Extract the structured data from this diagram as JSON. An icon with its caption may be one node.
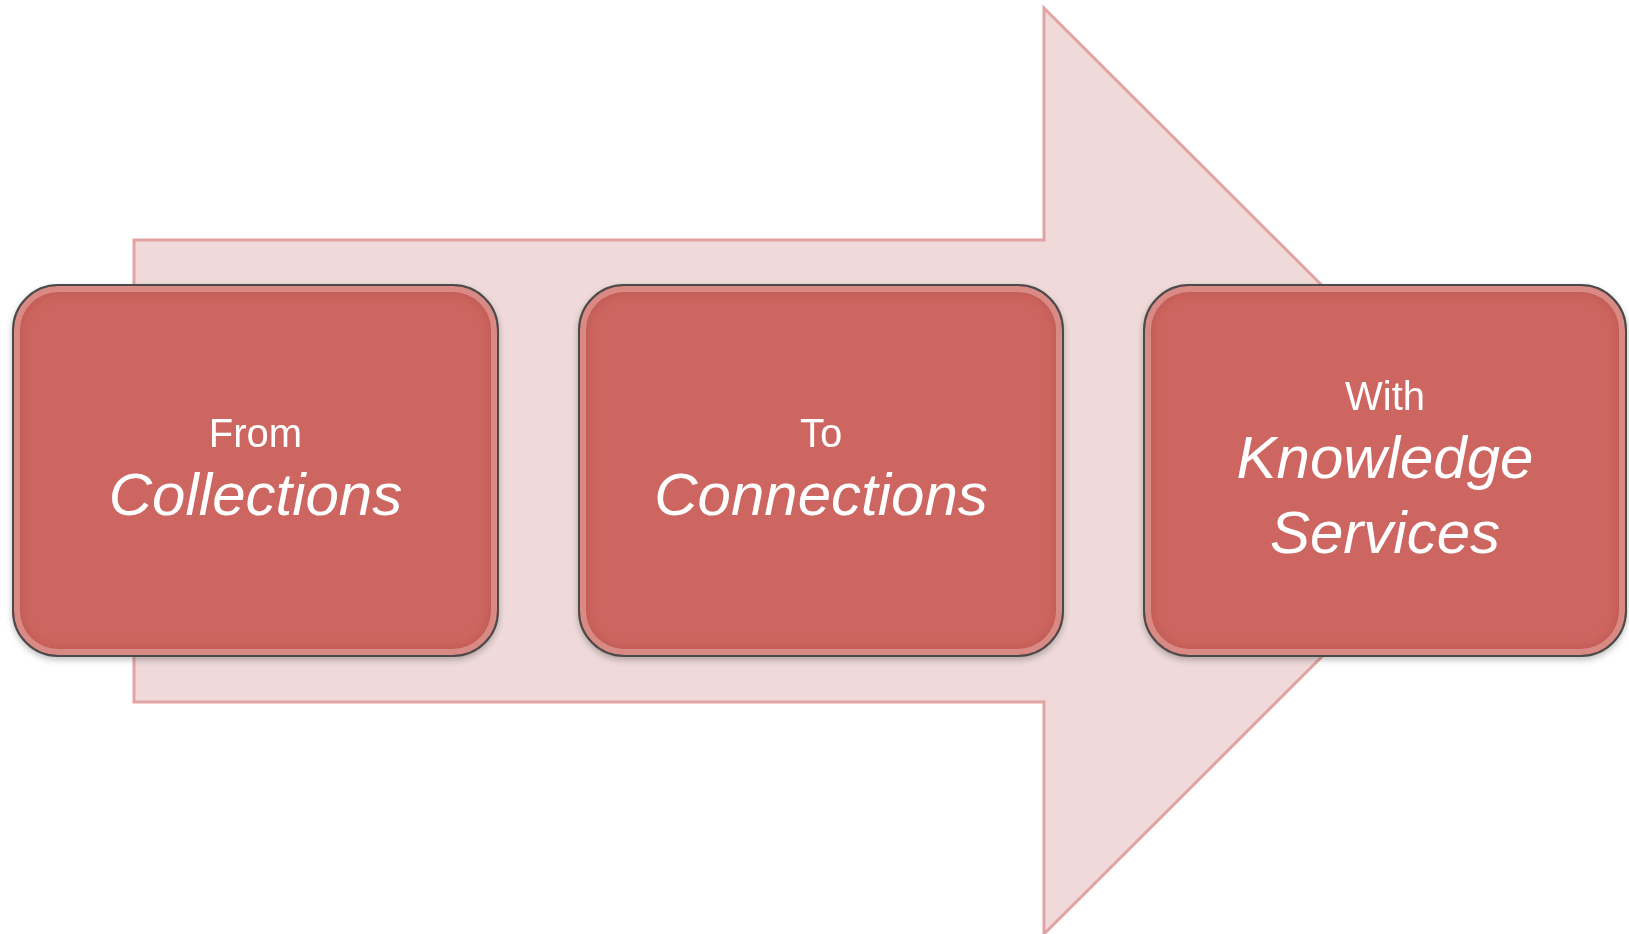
{
  "diagram": {
    "nodes": [
      {
        "text": [
          "From",
          "Collections"
        ]
      },
      {
        "text": [
          "To",
          "Connections"
        ]
      },
      {
        "text": [
          "With",
          "Knowledge Services"
        ]
      }
    ],
    "edges": [
      {
        "from": 0,
        "to": 2,
        "arrow": "to"
      }
    ]
  }
}
